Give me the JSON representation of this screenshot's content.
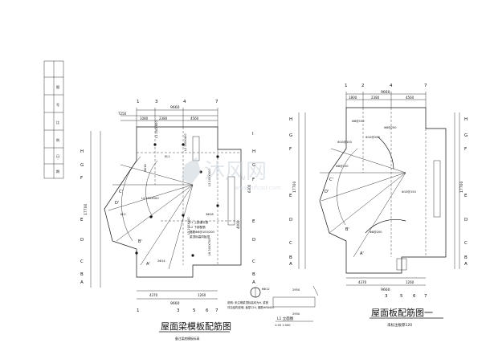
{
  "left_plan": {
    "title": "屋面梁模板配筋图",
    "subtitle": "备注梁底模板标高",
    "top_axes": [
      "1",
      "3",
      "4",
      "7"
    ],
    "bottom_axes": [
      "1",
      "3",
      "5",
      "6",
      "7"
    ],
    "left_axes": [
      "H",
      "G",
      "F",
      "E",
      "D",
      "C",
      "B",
      "A"
    ],
    "right_axes": [
      "I",
      "H",
      "G",
      "F",
      "E",
      "D",
      "C",
      "B",
      "A"
    ],
    "top_dim_total": "9660",
    "top_dims": [
      "1080",
      "2380",
      "4560"
    ],
    "top_offset": "7250",
    "side_dim": "17700",
    "bottom_dim_total": "9660",
    "bottom_dims": [
      "4370",
      "1260"
    ],
    "inner_dims": [
      "4000",
      "6300"
    ],
    "beam_labels": [
      "L1 250X600",
      "L2 200X400",
      "L3 200X500",
      "L4 200X500",
      "L5 200X400",
      "L6 300X700",
      "KL1",
      "KL2",
      "3Φ16",
      "3Φ18",
      "2Φ14",
      "A'",
      "B'",
      "C'",
      "D'"
    ],
    "notes": [
      "L1 上部通长筋",
      "L2 下部配筋",
      "箍筋Φ8@100/200",
      "梁顶标高同板顶"
    ],
    "legend": [
      "说明: 未注明梁顶标高均为H, 梁宽",
      "详见结构说明, 板厚120, 钢筋HRB400"
    ],
    "detail_label": "L1 立面图",
    "detail_dims": [
      "2950",
      "2950",
      "6Φ12"
    ],
    "detail_scale": "1:40  1:500"
  },
  "right_plan": {
    "title": "屋面板配筋图一",
    "subtitle": "未标注板厚120",
    "top_axes": [
      "1",
      "2",
      "4",
      "7"
    ],
    "bottom_axes": [
      "3",
      "5",
      "6",
      "7"
    ],
    "left_axes": [
      "H",
      "G",
      "F",
      "E",
      "D",
      "C",
      "B",
      "A"
    ],
    "right_axes": [
      "H",
      "G",
      "F",
      "E",
      "D",
      "C",
      "B",
      "A"
    ],
    "top_dim_total": "9660",
    "top_dims": [
      "1800",
      "2380",
      "4560"
    ],
    "side_dim": "17700",
    "bottom_dim_total": "9660",
    "bottom_dims": [
      "4370",
      "1260"
    ],
    "rebar_labels": [
      "Φ8@150",
      "Φ8@200",
      "Φ10@150",
      "Φ10@200",
      "Φ8@150",
      "Φ10@150",
      "Φ8@200",
      "A'",
      "B'",
      "C'",
      "D'"
    ]
  },
  "title_block": {
    "cells": [
      "图",
      "号",
      "比",
      "例",
      "日",
      "期"
    ]
  },
  "watermark": {
    "text": "沐风网",
    "url": "www.mfcad.com"
  }
}
